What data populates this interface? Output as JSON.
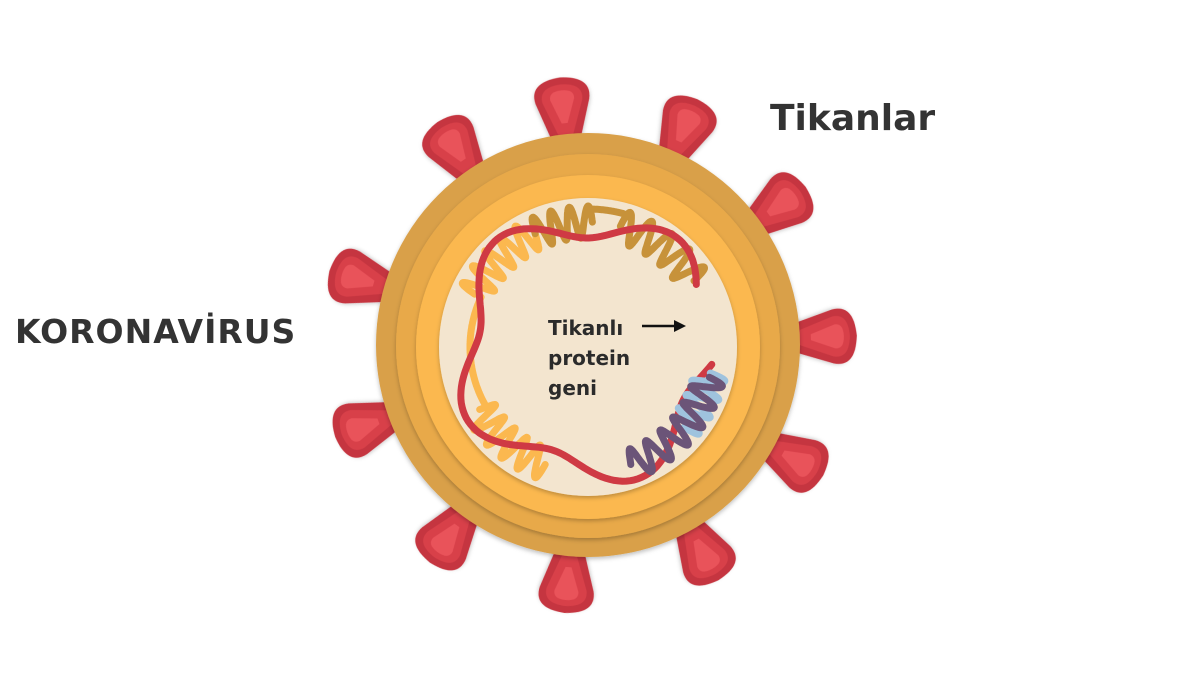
{
  "labels": {
    "spikes": "Tikanlar",
    "virus": "KORONAVİRUS",
    "gene": [
      "Tikanlı",
      "protein",
      "geni"
    ]
  },
  "colors": {
    "outer_ring": "#d9a049",
    "middle_ring": "#e8a94a",
    "inner_ring": "#fbb84f",
    "core": "#f3e5cf",
    "spike_dark": "#c5353f",
    "spike_mid": "#d8404a",
    "spike_light": "#e9525a",
    "coil_yellow": "#fbb84f",
    "coil_tan": "#c7923a",
    "coil_red": "#cf3a44",
    "coil_blue": "#9fc3de",
    "coil_purple": "#6b5478",
    "text": "#333333"
  }
}
